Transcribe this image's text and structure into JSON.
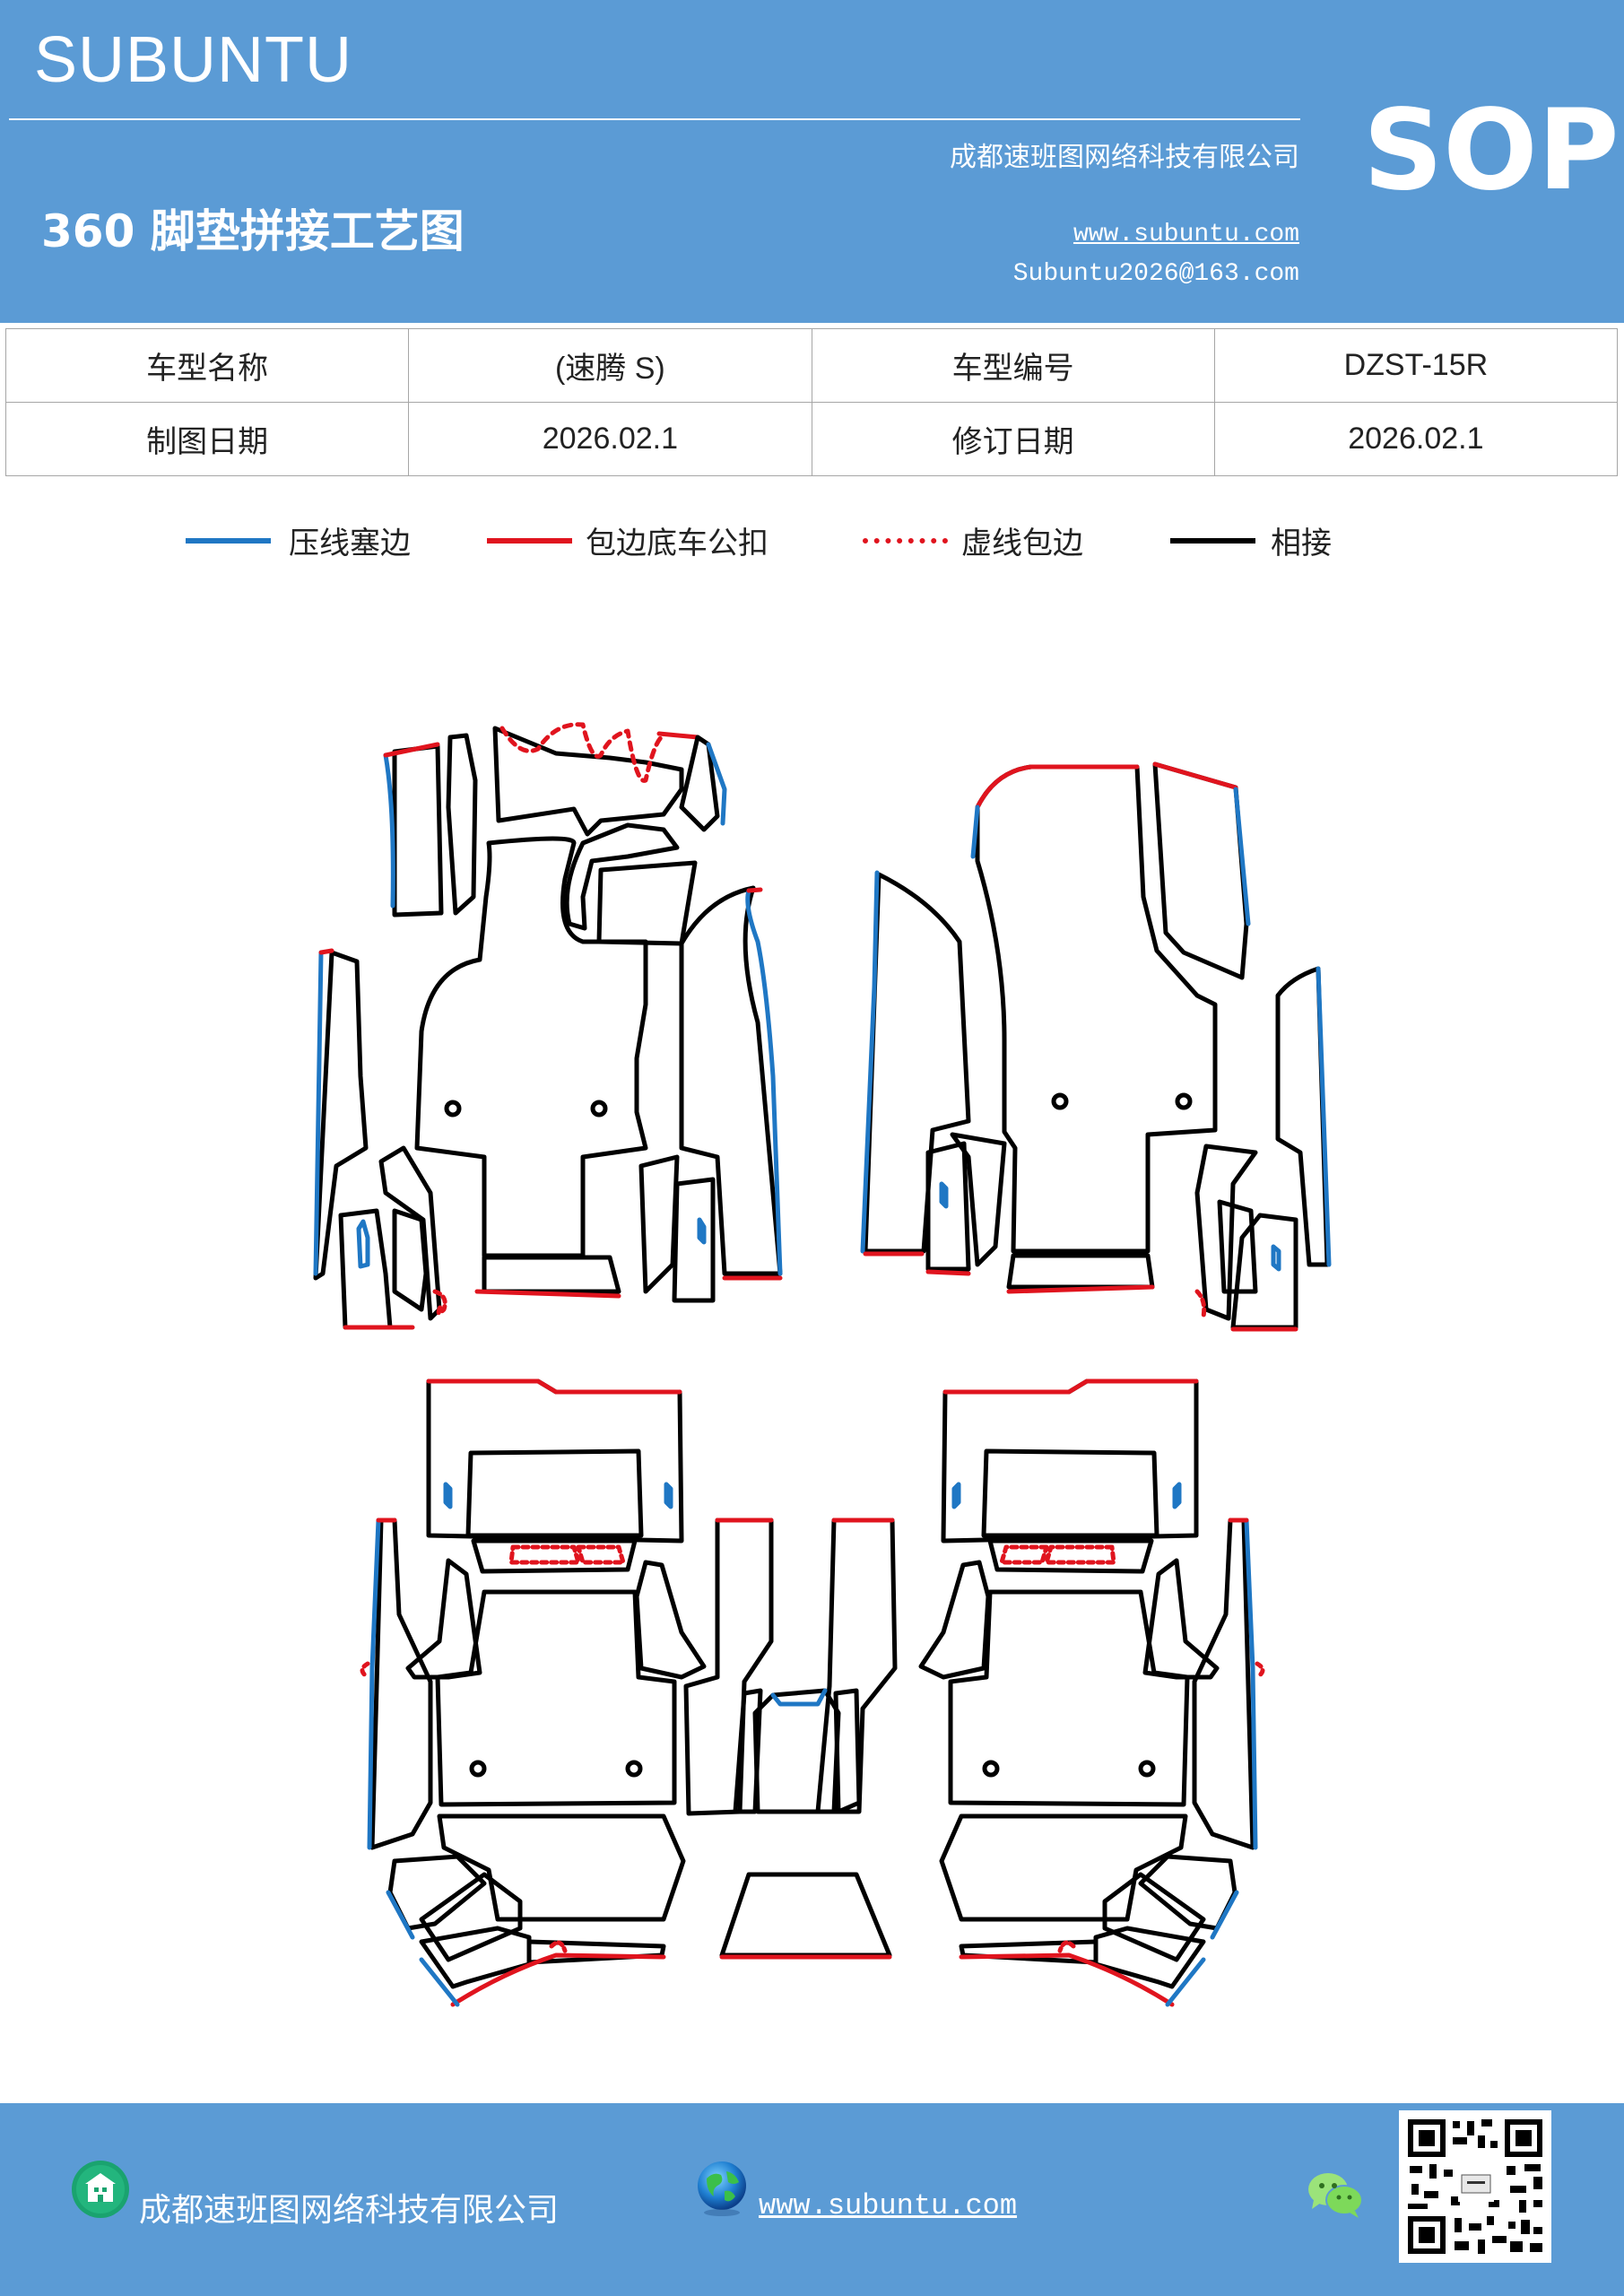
{
  "header": {
    "brand": "SUBUNTU",
    "company": "成都速班图网络科技有限公司",
    "title": "360 脚垫拼接工艺图",
    "website": "www.subuntu.com",
    "email": "Subuntu2026@163.com",
    "badge": "SOP"
  },
  "info_table": {
    "rows": [
      {
        "label1": "车型名称",
        "value1": "(速腾 S)",
        "label2": "车型编号",
        "value2": "DZST-15R"
      },
      {
        "label1": "制图日期",
        "value1": "2026.02.1",
        "label2": "修订日期",
        "value2": "2026.02.1"
      }
    ]
  },
  "legend": {
    "items": [
      {
        "label": "压线塞边",
        "color": "#1f77c4",
        "style": "solid"
      },
      {
        "label": "包边底车公扣",
        "color": "#e0141e",
        "style": "solid"
      },
      {
        "label": "虚线包边",
        "color": "#e0141e",
        "style": "dashed"
      },
      {
        "label": "相接",
        "color": "#000000",
        "style": "solid"
      }
    ]
  },
  "colors": {
    "brand_blue": "#5b9bd5",
    "press_line_blue": "#1f77c4",
    "edge_red": "#e0141e",
    "join_black": "#000000"
  },
  "footer": {
    "company": "成都速班图网络科技有限公司",
    "website": "www.subuntu.com",
    "icons": [
      "company-icon",
      "globe-icon",
      "wechat-icon",
      "qr-code"
    ]
  }
}
